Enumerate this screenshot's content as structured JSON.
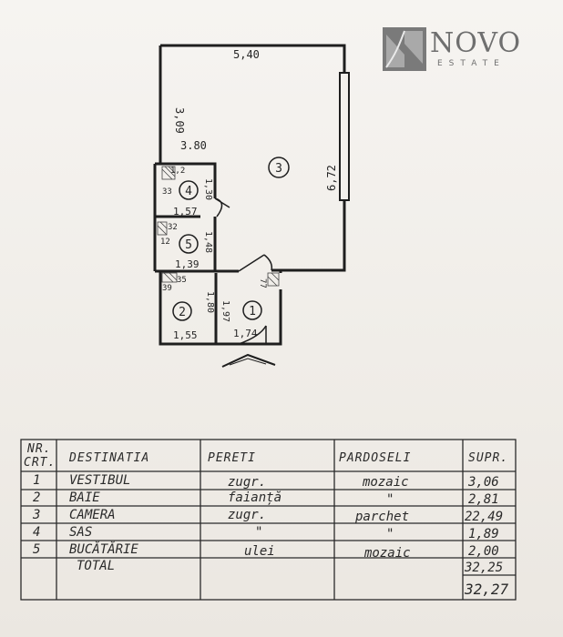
{
  "brand": {
    "name": "NOVO",
    "tagline": "ESTATE"
  },
  "plan": {
    "dimensions": {
      "top_width": "5,40",
      "left_upper_height": "3,09",
      "room3_inner_width": "3.80",
      "right_height": "6,72",
      "room4_small": "33",
      "room4_small2": "1,2",
      "room4_width": "1,57",
      "room4_height": "1,30",
      "room5_width": "1,39",
      "room5_height": "1,48",
      "room5_small": "32",
      "room5_small2": "12",
      "room2_width": "1,55",
      "room2_height": "1,80",
      "room2_small": "39",
      "room2_small2": "35",
      "room1_width": "1,74",
      "room1_height": "1,97",
      "room1_small": "77"
    },
    "rooms": [
      "3",
      "4",
      "5",
      "2",
      "1"
    ]
  },
  "table": {
    "headers": {
      "nr": "NR.",
      "crt": "CRT.",
      "destinatia": "DESTINATIA",
      "pereti": "PERETI",
      "pardoseli": "PARDOSELI",
      "supr": "SUPR."
    },
    "rows": [
      {
        "nr": "1",
        "destinatia": "VESTIBUL",
        "pereti": "zugr.",
        "pardoseli": "mozaic",
        "supr": "3,06"
      },
      {
        "nr": "2",
        "destinatia": "BAIE",
        "pereti": "faianță",
        "pardoseli": "\"",
        "supr": "2,81"
      },
      {
        "nr": "3",
        "destinatia": "CAMERA",
        "pereti": "zugr.",
        "pardoseli": "parchet",
        "supr": "22,49"
      },
      {
        "nr": "4",
        "destinatia": "SAS",
        "pereti": "\"",
        "pardoseli": "\"",
        "supr": "1,89"
      },
      {
        "nr": "5",
        "destinatia": "BUCĂTĂRIE",
        "pereti": "ulei",
        "pardoseli": "mozaic",
        "supr": "2,00"
      }
    ],
    "total_label": "TOTAL",
    "total": "32,25",
    "total_handwritten": "32,27"
  }
}
